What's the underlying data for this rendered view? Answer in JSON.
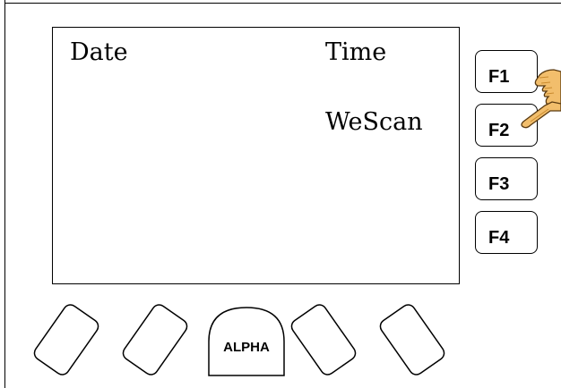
{
  "screen": {
    "date_label": "Date",
    "time_label": "Time",
    "app_name": "WeScan"
  },
  "function_keys": [
    {
      "label": "F1"
    },
    {
      "label": "F2"
    },
    {
      "label": "F3"
    },
    {
      "label": "F4"
    }
  ],
  "soft_keys": {
    "alpha_label": "ALPHA"
  },
  "icons": {
    "pointer": "pointing-hand-icon"
  },
  "colors": {
    "hand_fill": "#F2BE6C",
    "hand_shadow": "#C98A2E"
  }
}
